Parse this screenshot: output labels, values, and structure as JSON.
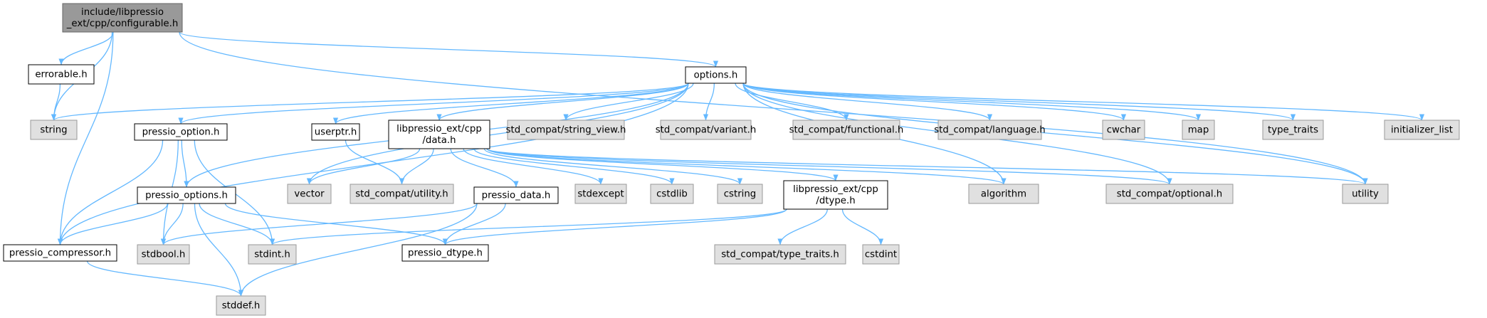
{
  "colors": {
    "edge": "#63b8ff",
    "root_fill": "#999999",
    "root_stroke": "#666666",
    "doc_fill": "#ffffff",
    "doc_stroke": "#000000",
    "sys_fill": "#e0e0e0",
    "sys_stroke": "#999999"
  },
  "nodes": [
    {
      "id": "configurable",
      "kind": "root",
      "lines": [
        "include/libpressio",
        "_ext/cpp/configurable.h"
      ]
    },
    {
      "id": "errorable",
      "kind": "doc",
      "lines": [
        "errorable.h"
      ]
    },
    {
      "id": "options",
      "kind": "doc",
      "lines": [
        "options.h"
      ]
    },
    {
      "id": "string",
      "kind": "sys",
      "lines": [
        "string"
      ]
    },
    {
      "id": "pressio_option",
      "kind": "doc",
      "lines": [
        "pressio_option.h"
      ]
    },
    {
      "id": "vector",
      "kind": "sys",
      "lines": [
        "vector"
      ]
    },
    {
      "id": "userptr",
      "kind": "doc",
      "lines": [
        "userptr.h"
      ]
    },
    {
      "id": "data",
      "kind": "doc",
      "lines": [
        "libpressio_ext/cpp",
        "/data.h"
      ]
    },
    {
      "id": "string_view",
      "kind": "sys",
      "lines": [
        "std_compat/string_view.h"
      ]
    },
    {
      "id": "variant",
      "kind": "sys",
      "lines": [
        "std_compat/variant.h"
      ]
    },
    {
      "id": "functional",
      "kind": "sys",
      "lines": [
        "std_compat/functional.h"
      ]
    },
    {
      "id": "language",
      "kind": "sys",
      "lines": [
        "std_compat/language.h"
      ]
    },
    {
      "id": "cwchar",
      "kind": "sys",
      "lines": [
        "cwchar"
      ]
    },
    {
      "id": "map",
      "kind": "sys",
      "lines": [
        "map"
      ]
    },
    {
      "id": "type_traits",
      "kind": "sys",
      "lines": [
        "type_traits"
      ]
    },
    {
      "id": "initializer_list",
      "kind": "sys",
      "lines": [
        "initializer_list"
      ]
    },
    {
      "id": "pressio_options",
      "kind": "doc",
      "lines": [
        "pressio_options.h"
      ]
    },
    {
      "id": "sc_utility",
      "kind": "sys",
      "lines": [
        "std_compat/utility.h"
      ]
    },
    {
      "id": "pressio_data",
      "kind": "doc",
      "lines": [
        "pressio_data.h"
      ]
    },
    {
      "id": "stdexcept",
      "kind": "sys",
      "lines": [
        "stdexcept"
      ]
    },
    {
      "id": "cstdlib",
      "kind": "sys",
      "lines": [
        "cstdlib"
      ]
    },
    {
      "id": "cstring",
      "kind": "sys",
      "lines": [
        "cstring"
      ]
    },
    {
      "id": "dtype",
      "kind": "doc",
      "lines": [
        "libpressio_ext/cpp",
        "/dtype.h"
      ]
    },
    {
      "id": "algorithm",
      "kind": "sys",
      "lines": [
        "algorithm"
      ]
    },
    {
      "id": "optional",
      "kind": "sys",
      "lines": [
        "std_compat/optional.h"
      ]
    },
    {
      "id": "utility",
      "kind": "sys",
      "lines": [
        "utility"
      ]
    },
    {
      "id": "pressio_compressor",
      "kind": "doc",
      "lines": [
        "pressio_compressor.h"
      ]
    },
    {
      "id": "stdbool",
      "kind": "sys",
      "lines": [
        "stdbool.h"
      ]
    },
    {
      "id": "stdint",
      "kind": "sys",
      "lines": [
        "stdint.h"
      ]
    },
    {
      "id": "pressio_dtype",
      "kind": "doc",
      "lines": [
        "pressio_dtype.h"
      ]
    },
    {
      "id": "sc_type_traits",
      "kind": "sys",
      "lines": [
        "std_compat/type_traits.h"
      ]
    },
    {
      "id": "cstdint",
      "kind": "sys",
      "lines": [
        "cstdint"
      ]
    },
    {
      "id": "stddef",
      "kind": "sys",
      "lines": [
        "stddef.h"
      ]
    }
  ],
  "edges": [
    [
      "configurable",
      "errorable"
    ],
    [
      "configurable",
      "options"
    ],
    [
      "configurable",
      "string"
    ],
    [
      "configurable",
      "pressio_compressor"
    ],
    [
      "configurable",
      "utility"
    ],
    [
      "errorable",
      "string"
    ],
    [
      "options",
      "string"
    ],
    [
      "options",
      "pressio_option"
    ],
    [
      "options",
      "pressio_options"
    ],
    [
      "options",
      "pressio_compressor"
    ],
    [
      "options",
      "vector"
    ],
    [
      "options",
      "userptr"
    ],
    [
      "options",
      "data"
    ],
    [
      "options",
      "string_view"
    ],
    [
      "options",
      "variant"
    ],
    [
      "options",
      "functional"
    ],
    [
      "options",
      "language"
    ],
    [
      "options",
      "cwchar"
    ],
    [
      "options",
      "map"
    ],
    [
      "options",
      "type_traits"
    ],
    [
      "options",
      "initializer_list"
    ],
    [
      "options",
      "algorithm"
    ],
    [
      "options",
      "optional"
    ],
    [
      "options",
      "utility"
    ],
    [
      "pressio_option",
      "pressio_options"
    ],
    [
      "pressio_option",
      "pressio_compressor"
    ],
    [
      "pressio_option",
      "stdbool"
    ],
    [
      "pressio_option",
      "stdint"
    ],
    [
      "pressio_options",
      "pressio_compressor"
    ],
    [
      "pressio_options",
      "stdbool"
    ],
    [
      "pressio_options",
      "stdint"
    ],
    [
      "pressio_options",
      "pressio_dtype"
    ],
    [
      "pressio_options",
      "stddef"
    ],
    [
      "userptr",
      "sc_utility"
    ],
    [
      "data",
      "vector"
    ],
    [
      "data",
      "sc_utility"
    ],
    [
      "data",
      "pressio_data"
    ],
    [
      "data",
      "stdexcept"
    ],
    [
      "data",
      "cstdlib"
    ],
    [
      "data",
      "cstring"
    ],
    [
      "data",
      "dtype"
    ],
    [
      "data",
      "algorithm"
    ],
    [
      "data",
      "optional"
    ],
    [
      "data",
      "utility"
    ],
    [
      "pressio_data",
      "stdbool"
    ],
    [
      "pressio_data",
      "pressio_dtype"
    ],
    [
      "pressio_data",
      "stddef"
    ],
    [
      "dtype",
      "stdint"
    ],
    [
      "dtype",
      "pressio_dtype"
    ],
    [
      "dtype",
      "sc_type_traits"
    ],
    [
      "dtype",
      "cstdint"
    ],
    [
      "pressio_compressor",
      "stddef"
    ]
  ]
}
